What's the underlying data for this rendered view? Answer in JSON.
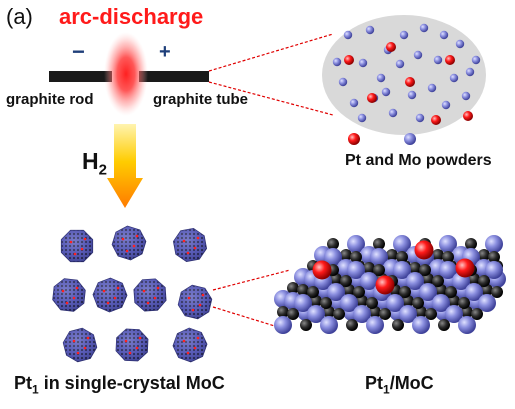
{
  "panel_label": "(a)",
  "title": "arc-discharge",
  "electrodes": {
    "cathode_sign": "−",
    "anode_sign": "+",
    "cathode_label": "graphite rod",
    "anode_label": "graphite tube"
  },
  "gas": {
    "symbol": "H",
    "subscript": "2"
  },
  "powders_label": "Pt and Mo powders",
  "captions": {
    "left_prefix": "Pt",
    "left_subscript": "1",
    "left_suffix": " in single-crystal MoC",
    "right_prefix": "Pt",
    "right_subscript": "1",
    "right_suffix": "/MoC"
  },
  "colors": {
    "title": "#ff1a1a",
    "pt_atom": "#e00000",
    "mo_atom": "#7b7fd6",
    "c_atom": "#222222",
    "rod": "#1a1a1a",
    "connector": "#e00000",
    "ellipse_fill": "#d9d9d9"
  }
}
